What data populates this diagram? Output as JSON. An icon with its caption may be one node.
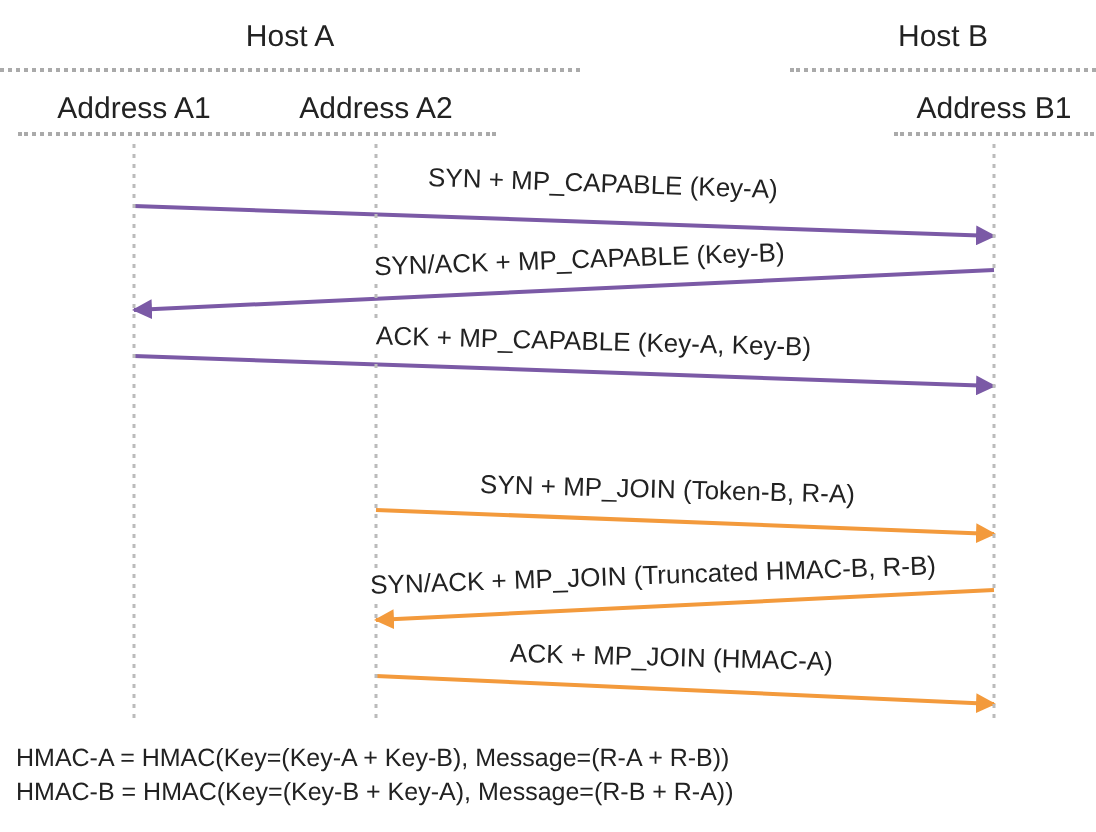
{
  "diagram": {
    "nodes": [
      {
        "text": [
          "Host A"
        ]
      },
      {
        "text": [
          "Host B"
        ]
      },
      {
        "text": [
          "Address A1"
        ],
        "in": 0
      },
      {
        "text": [
          "Address A2"
        ],
        "in": 0
      },
      {
        "text": [
          "Address B1"
        ],
        "in": 1
      }
    ],
    "edges": [
      {
        "from": 2,
        "to": 4,
        "arrow": "to",
        "label": "SYN + MP_CAPABLE (Key-A)",
        "color": "#7b5aa6"
      },
      {
        "from": 4,
        "to": 2,
        "arrow": "to",
        "label": "SYN/ACK + MP_CAPABLE (Key-B)",
        "color": "#7b5aa6"
      },
      {
        "from": 2,
        "to": 4,
        "arrow": "to",
        "label": "ACK + MP_CAPABLE (Key-A, Key-B)",
        "color": "#7b5aa6"
      },
      {
        "from": 3,
        "to": 4,
        "arrow": "to",
        "label": "SYN + MP_JOIN (Token-B, R-A)",
        "color": "#f39a3c"
      },
      {
        "from": 4,
        "to": 3,
        "arrow": "to",
        "label": "SYN/ACK + MP_JOIN (Truncated HMAC-B, R-B)",
        "color": "#f39a3c"
      },
      {
        "from": 3,
        "to": 4,
        "arrow": "to",
        "label": "ACK + MP_JOIN (HMAC-A)",
        "color": "#f39a3c"
      }
    ],
    "labels": [
      "HMAC-A = HMAC(Key=(Key-A + Key-B), Message=(R-A + R-B))",
      "HMAC-B = HMAC(Key=(Key-B + Key-A), Message=(R-B + R-A))"
    ]
  }
}
